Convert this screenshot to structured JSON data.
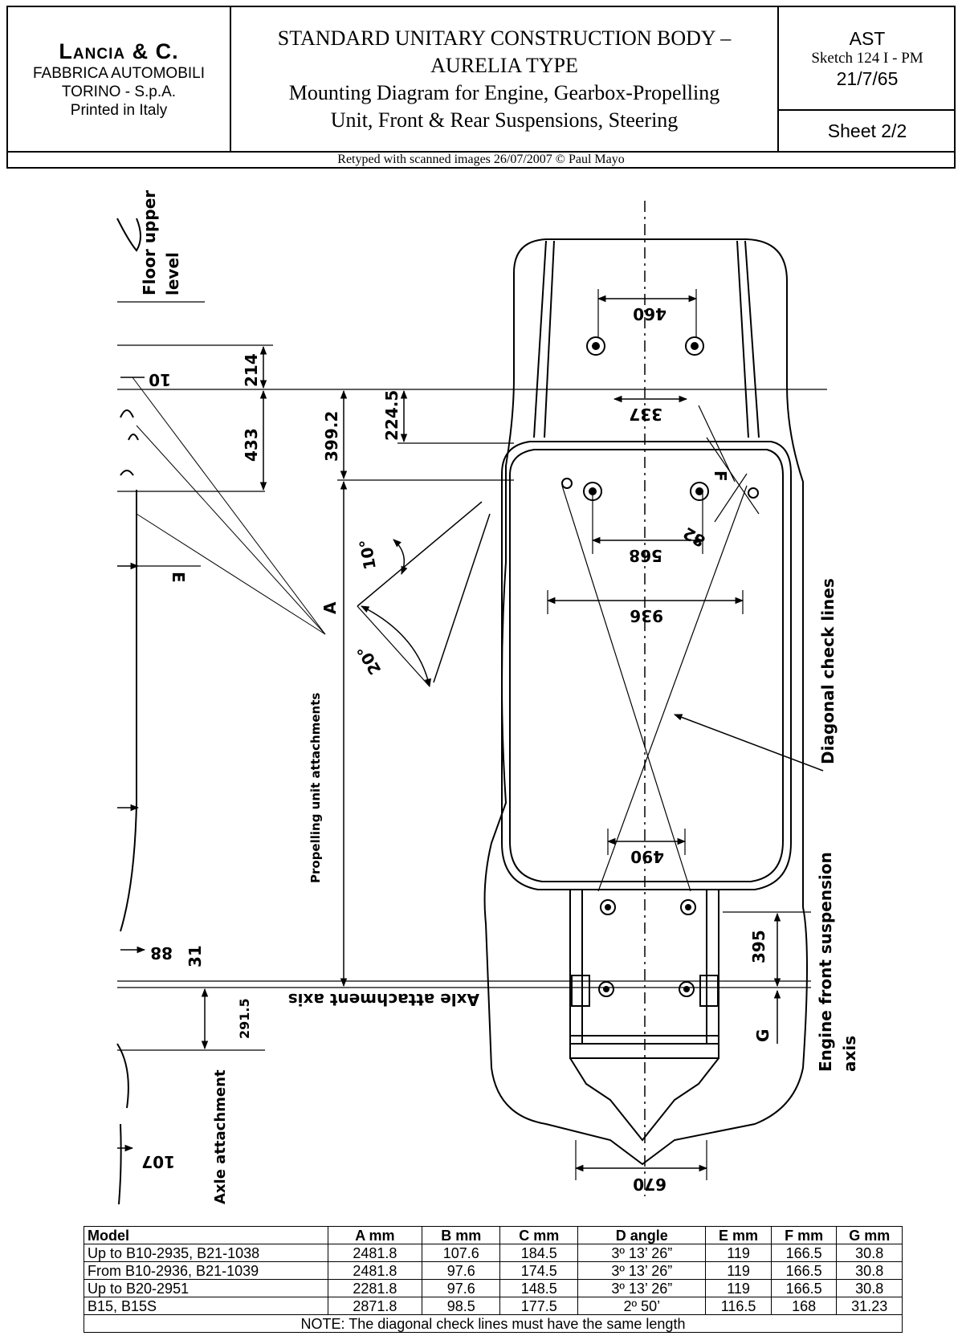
{
  "header": {
    "company": "Lancia & C.",
    "company_lines": [
      "FABBRICA AUTOMOBILI",
      "TORINO - S.p.A.",
      "Printed in Italy"
    ],
    "title_lines": [
      "STANDARD UNITARY CONSTRUCTION BODY –",
      "AURELIA TYPE",
      "Mounting Diagram for Engine, Gearbox-Propelling",
      "Unit, Front & Rear Suspensions, Steering"
    ],
    "code": "AST",
    "sketch": "Sketch 124 I - PM",
    "date": "21/7/65",
    "sheet": "Sheet 2/2",
    "retyped": "Retyped with scanned images 26/07/2007  © Paul Mayo"
  },
  "drawing": {
    "labels": {
      "floor_upper_level": [
        "Floor upper",
        "level"
      ],
      "propelling_unit_attachments": "Propelling unit attachments",
      "axle_attachment_axis": "Axle attachment axis",
      "axle_attachment": "Axle attachment",
      "diagonal_check_lines": "Diagonal check lines",
      "engine_front_suspension_axis": [
        "Engine front suspension",
        "axis"
      ],
      "letter_a": "A",
      "letter_e": "E",
      "letter_f": "F",
      "letter_g": "G"
    },
    "dimensions": {
      "d460": "460",
      "d10": "10",
      "d214": "214",
      "d433": "433",
      "d399_2": "399.2",
      "d224_5": "224.5",
      "d337": "337",
      "d568": "568",
      "d936": "936",
      "d82": "82",
      "d10deg": "10°",
      "d20deg": "20°",
      "d490": "490",
      "d88": "88",
      "d31": "31",
      "d395": "395",
      "d291_5": "291.5",
      "d107": "107",
      "d670": "670"
    }
  },
  "table": {
    "headers": [
      "Model",
      "A mm",
      "B mm",
      "C mm",
      "D angle",
      "E mm",
      "F mm",
      "G mm"
    ],
    "rows": [
      [
        "Up to B10-2935, B21-1038",
        "2481.8",
        "107.6",
        "184.5",
        "3º 13’ 26”",
        "119",
        "166.5",
        "30.8"
      ],
      [
        "From B10-2936, B21-1039",
        "2481.8",
        "97.6",
        "174.5",
        "3º 13’ 26”",
        "119",
        "166.5",
        "30.8"
      ],
      [
        "Up to B20-2951",
        "2281.8",
        "97.6",
        "148.5",
        "3º 13’ 26”",
        "119",
        "166.5",
        "30.8"
      ],
      [
        "B15, B15S",
        "2871.8",
        "98.5",
        "177.5",
        "2º 50’",
        "116.5",
        "168",
        "31.23"
      ]
    ],
    "note": "NOTE: The diagonal check lines must have the same length"
  }
}
